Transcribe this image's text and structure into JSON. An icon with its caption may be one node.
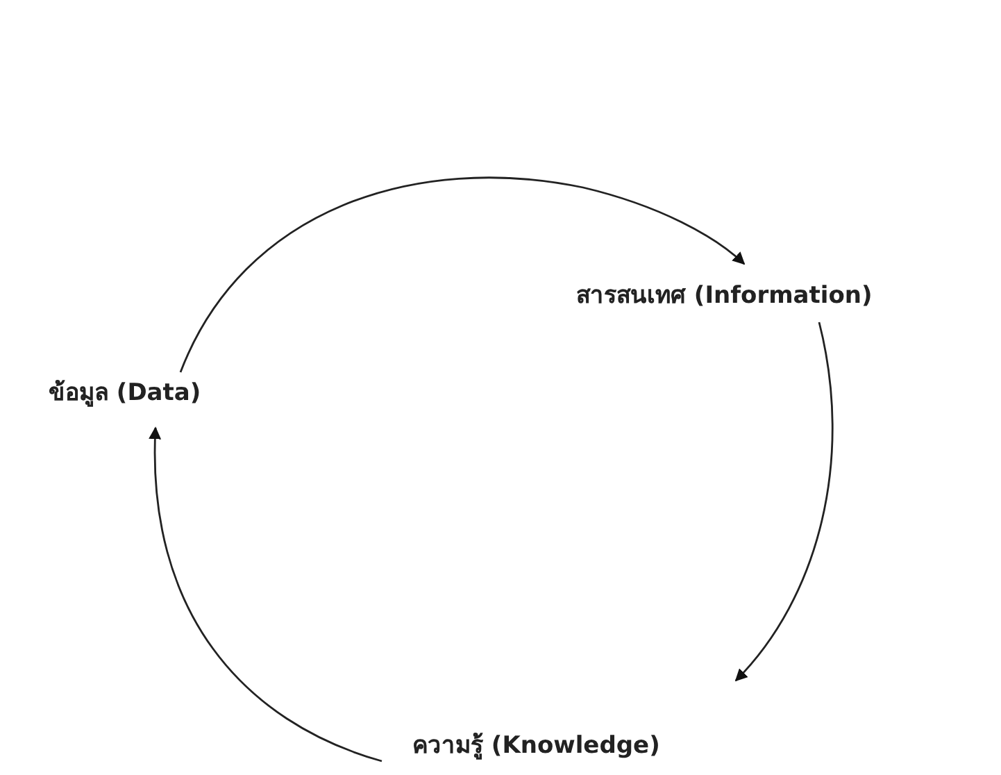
{
  "diagram": {
    "nodes": [
      {
        "text": [
          "ข้อมูล (Data)"
        ]
      },
      {
        "text": [
          "สารสนเทศ (Information)"
        ]
      },
      {
        "text": [
          "ความรู้ (Knowledge)"
        ]
      }
    ],
    "edges": [
      {
        "from": 0,
        "to": 1,
        "arrow": "to"
      },
      {
        "from": 1,
        "to": 2,
        "arrow": "to"
      },
      {
        "from": 2,
        "to": 0,
        "arrow": "to"
      }
    ]
  }
}
